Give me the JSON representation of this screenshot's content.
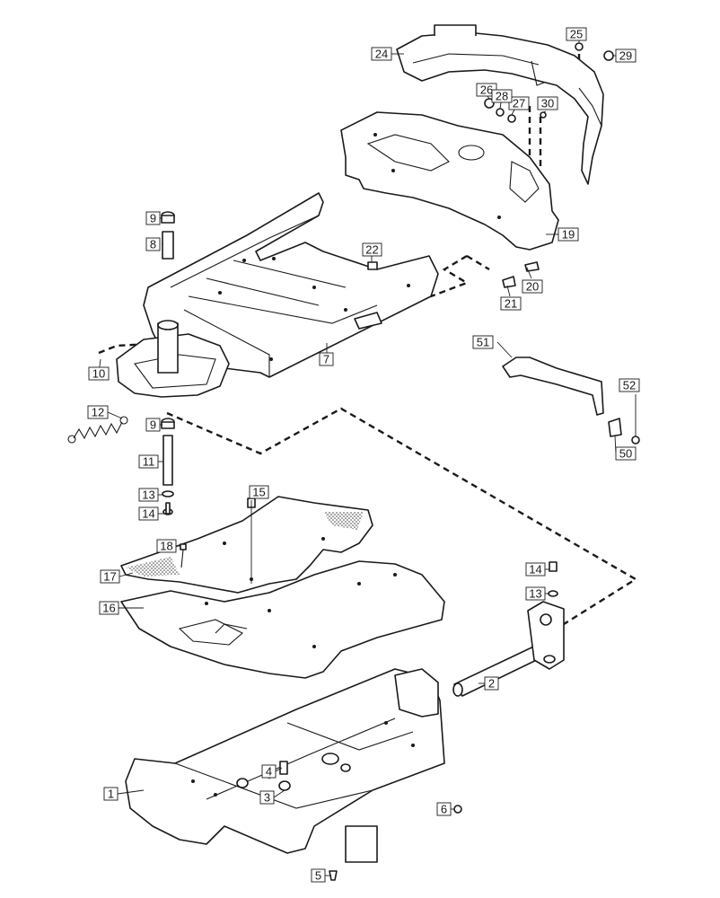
{
  "callouts": [
    {
      "id": "c1",
      "text": "1"
    },
    {
      "id": "c2",
      "text": "2"
    },
    {
      "id": "c3",
      "text": "3"
    },
    {
      "id": "c4",
      "text": "4"
    },
    {
      "id": "c5",
      "text": "5"
    },
    {
      "id": "c6",
      "text": "6"
    },
    {
      "id": "c7",
      "text": "7"
    },
    {
      "id": "c8",
      "text": "8"
    },
    {
      "id": "c9a",
      "text": "9"
    },
    {
      "id": "c9b",
      "text": "9"
    },
    {
      "id": "c10",
      "text": "10"
    },
    {
      "id": "c11",
      "text": "11"
    },
    {
      "id": "c12",
      "text": "12"
    },
    {
      "id": "c13a",
      "text": "13"
    },
    {
      "id": "c13b",
      "text": "13"
    },
    {
      "id": "c14a",
      "text": "14"
    },
    {
      "id": "c14b",
      "text": "14"
    },
    {
      "id": "c15",
      "text": "15"
    },
    {
      "id": "c16",
      "text": "16"
    },
    {
      "id": "c17",
      "text": "17"
    },
    {
      "id": "c18",
      "text": "18"
    },
    {
      "id": "c19",
      "text": "19"
    },
    {
      "id": "c20",
      "text": "20"
    },
    {
      "id": "c21",
      "text": "21"
    },
    {
      "id": "c22",
      "text": "22"
    },
    {
      "id": "c24",
      "text": "24"
    },
    {
      "id": "c25",
      "text": "25"
    },
    {
      "id": "c26",
      "text": "26"
    },
    {
      "id": "c27",
      "text": "27"
    },
    {
      "id": "c28",
      "text": "28"
    },
    {
      "id": "c29",
      "text": "29"
    },
    {
      "id": "c30",
      "text": "30"
    },
    {
      "id": "c50",
      "text": "50"
    },
    {
      "id": "c51",
      "text": "51"
    },
    {
      "id": "c52",
      "text": "52"
    }
  ]
}
